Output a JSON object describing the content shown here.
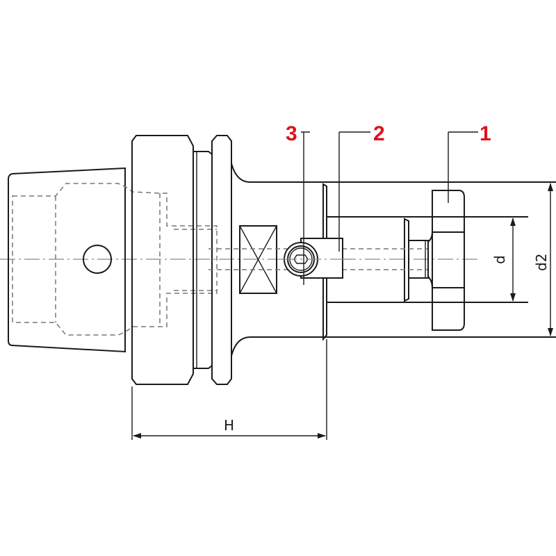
{
  "callouts": {
    "one": "1",
    "two": "2",
    "three": "3"
  },
  "dimensions": {
    "d": "d",
    "d2": "d2",
    "H": "H"
  },
  "colors": {
    "callout": "#e0101a",
    "line": "#1a1a1a"
  }
}
